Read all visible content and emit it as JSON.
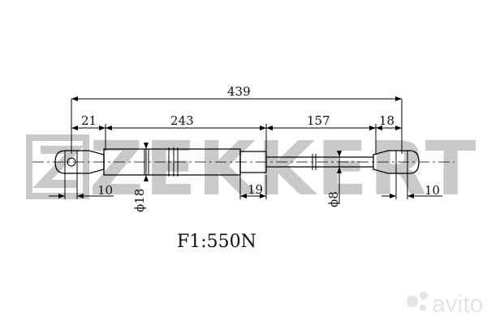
{
  "watermark": {
    "brand": "ZEKKERT",
    "marketplace": "avito"
  },
  "dimensions": {
    "overall": "439",
    "end_left": "21",
    "tube": "243",
    "rod": "157",
    "end_right": "18",
    "eye_left": "10",
    "tube_diameter": "ϕ18",
    "collar": "19",
    "rod_diameter": "ϕ8",
    "eye_right": "10"
  },
  "force_label": "F1:550N",
  "colors": {
    "line": "#000000",
    "watermark": "#c9c9c9",
    "avito": "#e4e4e4"
  }
}
